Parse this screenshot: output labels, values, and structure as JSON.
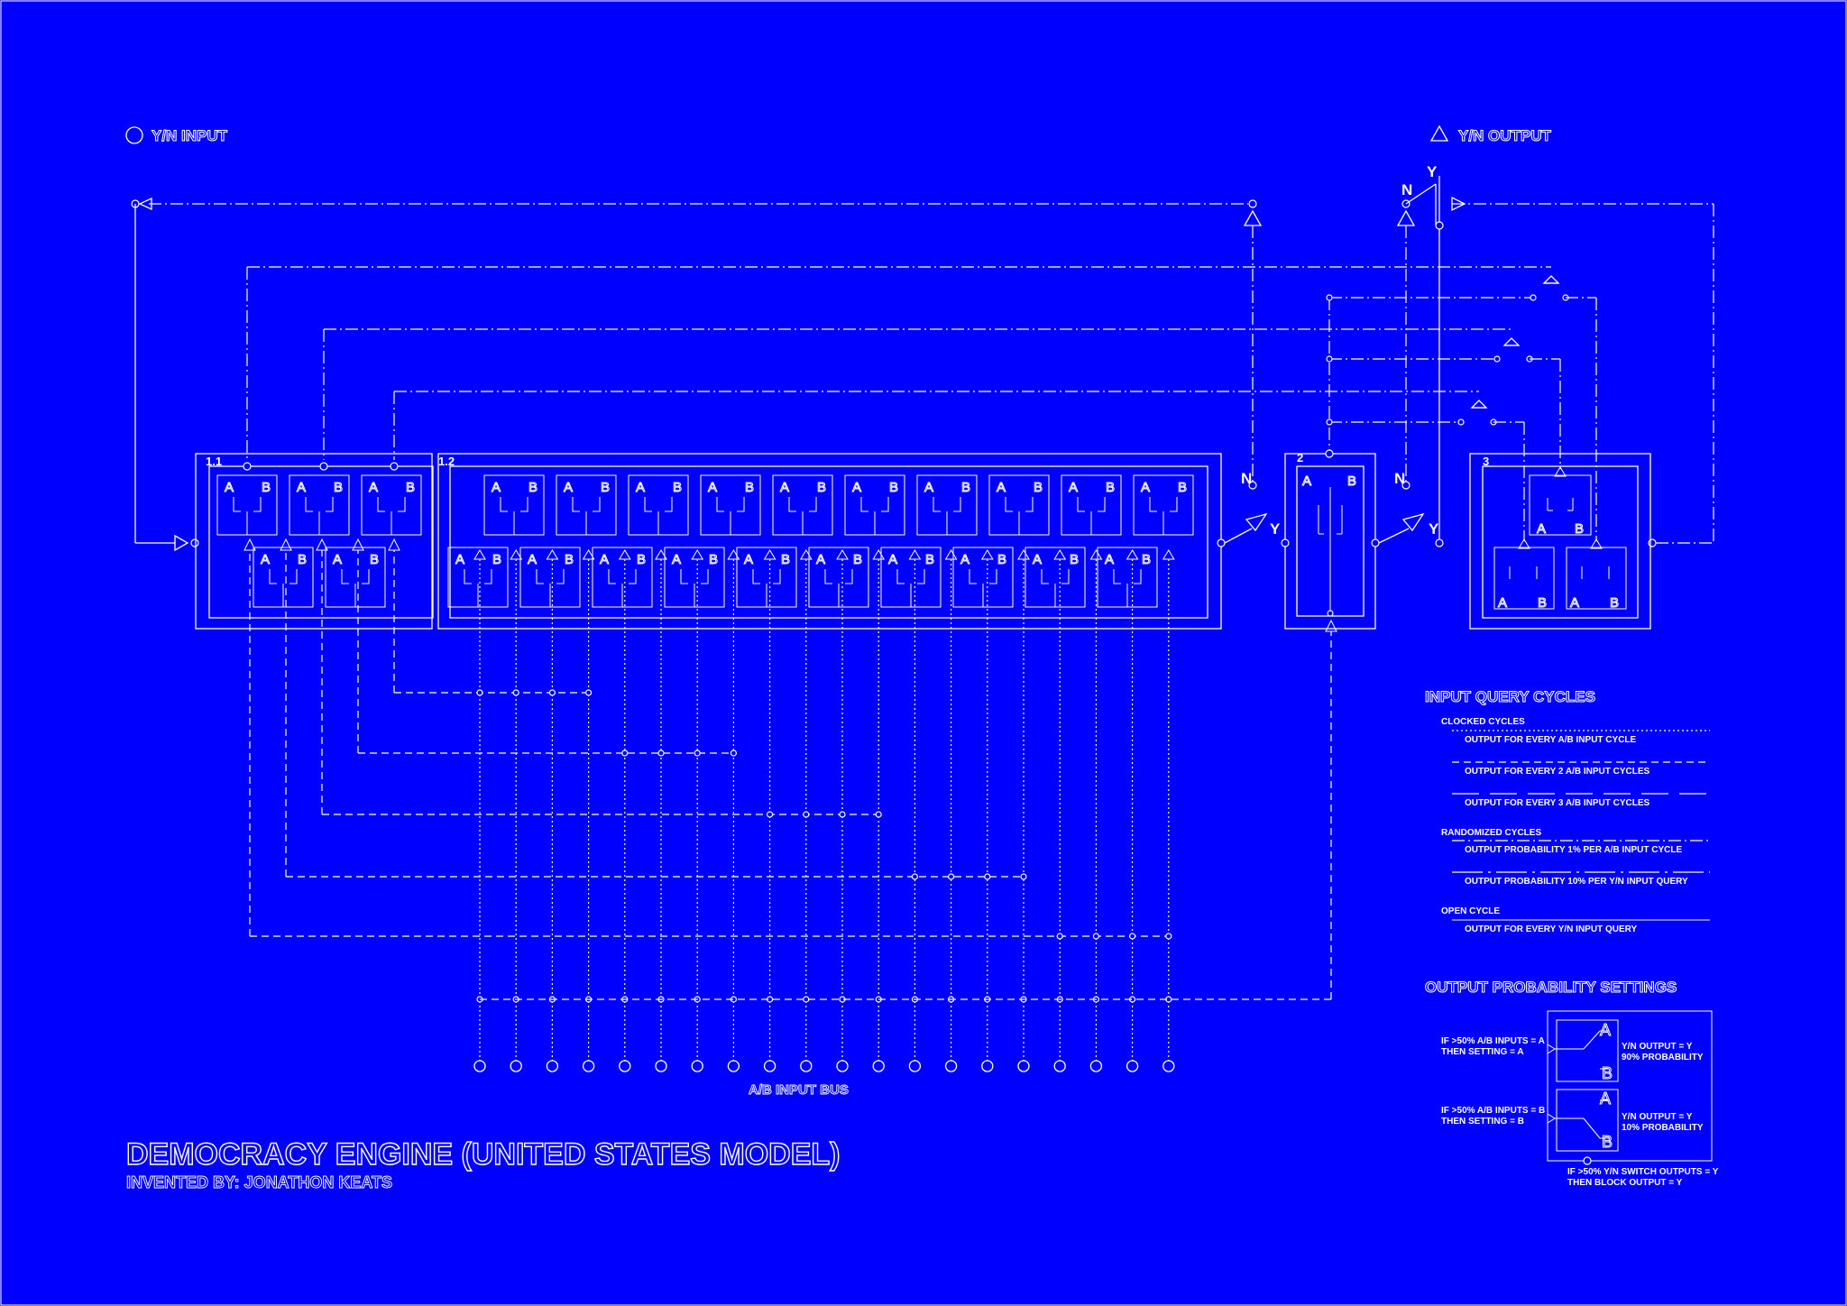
{
  "page": {
    "background": "#0000ff",
    "line_color": "#ffffff"
  },
  "header": {
    "input_label": "Y/N INPUT",
    "output_label": "Y/N OUTPUT"
  },
  "modules": {
    "m1_1": "1.1",
    "m1_2": "1.2",
    "m2": "2",
    "m3": "3",
    "letter_a": "A",
    "letter_b": "B",
    "letter_y": "Y",
    "letter_n": "N"
  },
  "bus_label": "A/B INPUT BUS",
  "title": "DEMOCRACY ENGINE (UNITED STATES MODEL)",
  "subtitle": "INVENTED BY: JONATHON KEATS",
  "legend": {
    "heading": "INPUT QUERY CYCLES",
    "groups": [
      {
        "title": "CLOCKED CYCLES",
        "items": [
          {
            "text": "OUTPUT FOR EVERY A/B INPUT CYCLE",
            "style": "dotted"
          },
          {
            "text": "OUTPUT FOR EVERY 2 A/B INPUT CYCLES",
            "style": "dashed"
          },
          {
            "text": "OUTPUT FOR EVERY 3 A/B INPUT CYCLES",
            "style": "long-dashed"
          }
        ]
      },
      {
        "title": "RANDOMIZED CYCLES",
        "items": [
          {
            "text": "OUTPUT PROBABILITY 1% PER A/B INPUT CYCLE",
            "style": "dash-dot"
          },
          {
            "text": "OUTPUT PROBABILITY 10% PER Y/N INPUT QUERY",
            "style": "long-dash-dot"
          }
        ]
      },
      {
        "title": "OPEN CYCLE",
        "items": [
          {
            "text": "OUTPUT FOR EVERY Y/N INPUT QUERY",
            "style": "solid"
          }
        ]
      }
    ]
  },
  "settings": {
    "heading": "OUTPUT PROBABILITY SETTINGS",
    "rule_a_1": "IF >50% A/B INPUTS = A",
    "rule_a_2": "THEN SETTING = A",
    "out_a_1": "Y/N OUTPUT = Y",
    "out_a_2": "90% PROBABILITY",
    "rule_b_1": "IF >50% A/B INPUTS = B",
    "rule_b_2": "THEN SETTING = B",
    "out_b_1": "Y/N OUTPUT = Y",
    "out_b_2": "10% PROBABILITY",
    "block_1": "IF >50% Y/N SWITCH OUTPUTS = Y",
    "block_2": "THEN BLOCK OUTPUT = Y"
  }
}
